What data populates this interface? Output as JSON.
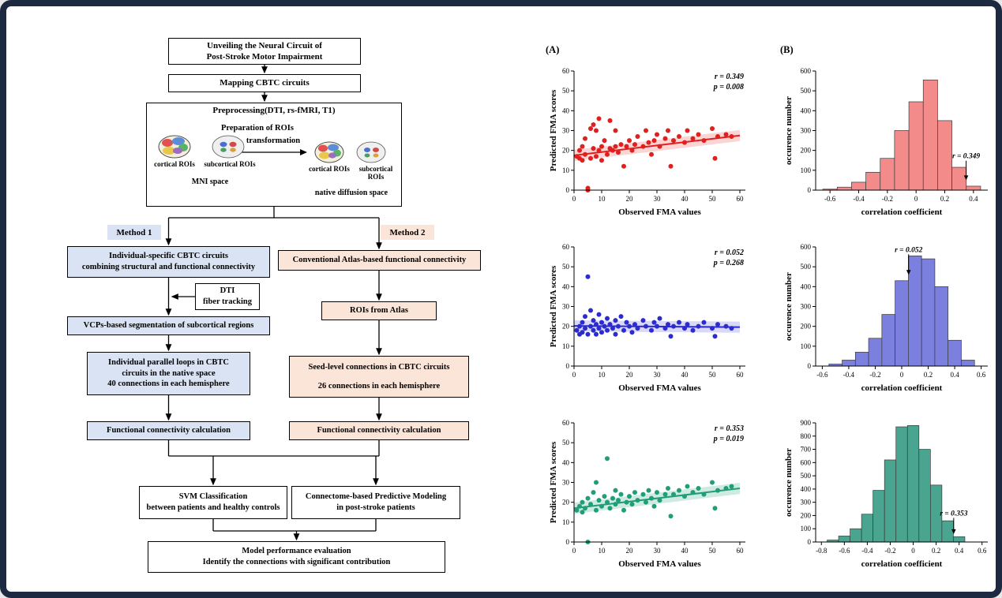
{
  "figure": {
    "panel_a_label": "(A)",
    "panel_b_label": "(B)"
  },
  "flowchart": {
    "title_box": {
      "line1": "Unveiling the Neural Circuit of",
      "line2": "Post-Stroke Motor Impairment"
    },
    "mapping_box": "Mapping CBTC circuits",
    "preprocessing": {
      "title": "Preprocessing(DTI, rs-fMRI, T1)",
      "prep_title": "Preparation of ROIs",
      "transformation": "transformation",
      "cortical_left": "cortical ROIs",
      "subcortical_left": "subcortical ROIs",
      "mni_space": "MNI space",
      "cortical_right": "cortical ROIs",
      "subcortical_right": "subcortical ROIs",
      "native_space": "native diffusion space"
    },
    "method1": {
      "label": "Method 1",
      "box1_line1": "Individual-specific CBTC circuits",
      "box1_line2": "combining structural and functional connectivity",
      "dti_line1": "DTI",
      "dti_line2": "fiber tracking",
      "box2": "VCPs-based segmentation of subcortical regions",
      "box3_line1": "Individual parallel loops in CBTC",
      "box3_line2": "circuits in the native space",
      "box3_line3": "40 connections in each hemisphere",
      "box4": "Functional connectivity calculation"
    },
    "method2": {
      "label": "Method 2",
      "box1": "Conventional Atlas-based functional connectivity",
      "box2": "ROIs from Atlas",
      "box3_line1": "Seed-level connections in CBTC circuits",
      "box3_line2": "26 connections in each hemisphere",
      "box4": "Functional connectivity calculation"
    },
    "svm_box": {
      "line1": "SVM Classification",
      "line2": "between patients and healthy controls"
    },
    "cpm_box": {
      "line1": "Connectome-based Predictive Modeling",
      "line2": "in post-stroke patients"
    },
    "eval_box": {
      "line1": "Model performance evaluation",
      "line2": "Identify the connections with significant contribution"
    }
  },
  "chart_data": [
    {
      "id": "scatter-fma-red",
      "type": "scatter",
      "panel": "A",
      "color": "#e01f1f",
      "band_color": "rgba(235,60,60,0.22)",
      "xlabel": "Observed FMA values",
      "ylabel": "Predicted FMA scores",
      "xlim": [
        0,
        62
      ],
      "ylim": [
        0,
        60
      ],
      "xticks": [
        0,
        10,
        20,
        30,
        40,
        50,
        60
      ],
      "yticks": [
        0,
        10,
        20,
        30,
        40,
        50,
        60
      ],
      "annotation": {
        "r": "r = 0.349",
        "p": "p = 0.008"
      },
      "fit_line": {
        "x": [
          0,
          60
        ],
        "y": [
          17.5,
          27.5
        ]
      },
      "points": {
        "x": [
          1,
          2,
          2,
          3,
          3,
          4,
          4,
          5,
          5,
          6,
          6,
          7,
          7,
          8,
          8,
          9,
          9,
          10,
          10,
          11,
          12,
          13,
          13,
          14,
          15,
          15,
          16,
          17,
          18,
          19,
          20,
          21,
          22,
          23,
          25,
          26,
          27,
          28,
          29,
          30,
          31,
          33,
          34,
          35,
          36,
          38,
          40,
          41,
          43,
          45,
          47,
          50,
          51,
          52,
          55,
          57
        ],
        "y": [
          17,
          16,
          20,
          15,
          22,
          18,
          26,
          0,
          1,
          31,
          16,
          21,
          33,
          30,
          17,
          20,
          36,
          15,
          22,
          25,
          18,
          21,
          35,
          20,
          22,
          30,
          19,
          23,
          12,
          22,
          25,
          20,
          23,
          27,
          22,
          30,
          24,
          18,
          25,
          28,
          22,
          26,
          30,
          12,
          25,
          27,
          24,
          30,
          26,
          28,
          25,
          31,
          16,
          27,
          28,
          27
        ]
      }
    },
    {
      "id": "scatter-fma-blue",
      "type": "scatter",
      "panel": "A",
      "color": "#2b2bd0",
      "band_color": "rgba(80,80,220,0.22)",
      "xlabel": "Observed FMA values",
      "ylabel": "Predicted FMA scores",
      "xlim": [
        0,
        62
      ],
      "ylim": [
        0,
        60
      ],
      "xticks": [
        0,
        10,
        20,
        30,
        40,
        50,
        60
      ],
      "yticks": [
        0,
        10,
        20,
        30,
        40,
        50,
        60
      ],
      "annotation": {
        "r": "r = 0.052",
        "p": "p = 0.268"
      },
      "fit_line": {
        "x": [
          0,
          60
        ],
        "y": [
          20.2,
          19.6
        ]
      },
      "points": {
        "x": [
          1,
          2,
          2,
          3,
          3,
          4,
          4,
          5,
          5,
          6,
          6,
          7,
          7,
          8,
          8,
          9,
          9,
          10,
          10,
          11,
          12,
          12,
          13,
          14,
          15,
          15,
          16,
          17,
          18,
          19,
          20,
          21,
          22,
          23,
          25,
          26,
          28,
          29,
          30,
          31,
          33,
          34,
          35,
          36,
          38,
          40,
          41,
          43,
          45,
          47,
          50,
          51,
          52,
          55,
          57
        ],
        "y": [
          18,
          20,
          16,
          22,
          17,
          19,
          25,
          45,
          16,
          20,
          28,
          18,
          23,
          21,
          16,
          26,
          19,
          22,
          17,
          20,
          24,
          18,
          21,
          19,
          23,
          16,
          20,
          25,
          18,
          22,
          20,
          17,
          21,
          19,
          23,
          20,
          18,
          22,
          20,
          24,
          19,
          21,
          15,
          20,
          22,
          19,
          21,
          18,
          20,
          22,
          19,
          15,
          21,
          20,
          19
        ]
      }
    },
    {
      "id": "scatter-fma-green",
      "type": "scatter",
      "panel": "A",
      "color": "#1f9e78",
      "band_color": "rgba(31,158,120,0.22)",
      "xlabel": "Observed FMA values",
      "ylabel": "Predicted FMA scores",
      "xlim": [
        0,
        62
      ],
      "ylim": [
        0,
        60
      ],
      "xticks": [
        0,
        10,
        20,
        30,
        40,
        50,
        60
      ],
      "yticks": [
        0,
        10,
        20,
        30,
        40,
        50,
        60
      ],
      "annotation": {
        "r": "r = 0.353",
        "p": "p = 0.019"
      },
      "fit_line": {
        "x": [
          0,
          60
        ],
        "y": [
          17,
          27
        ]
      },
      "points": {
        "x": [
          1,
          2,
          3,
          3,
          4,
          5,
          5,
          6,
          7,
          8,
          8,
          9,
          10,
          11,
          12,
          12,
          13,
          14,
          15,
          15,
          16,
          17,
          18,
          19,
          20,
          21,
          22,
          23,
          25,
          26,
          27,
          28,
          29,
          30,
          31,
          33,
          34,
          35,
          36,
          38,
          40,
          41,
          43,
          45,
          47,
          50,
          51,
          52,
          55,
          57
        ],
        "y": [
          16,
          18,
          15,
          20,
          17,
          0,
          22,
          19,
          25,
          16,
          30,
          21,
          18,
          23,
          42,
          20,
          17,
          22,
          19,
          26,
          21,
          24,
          16,
          20,
          23,
          19,
          25,
          21,
          24,
          20,
          26,
          22,
          18,
          25,
          21,
          24,
          27,
          13,
          24,
          26,
          23,
          28,
          25,
          27,
          24,
          30,
          17,
          26,
          27,
          28
        ]
      }
    },
    {
      "id": "hist-null-red",
      "type": "histogram",
      "panel": "B",
      "bar_fill": "#f48b8b",
      "bar_stroke": "#3a3a3a",
      "xlabel": "correlation coefficient",
      "ylabel": "occurence number",
      "xlim": [
        -0.7,
        0.5
      ],
      "ylim": [
        0,
        600
      ],
      "xticks": [
        -0.6,
        -0.4,
        -0.2,
        0,
        0.2,
        0.4
      ],
      "yticks": [
        0,
        100,
        200,
        300,
        400,
        500,
        600
      ],
      "bin_width": 0.1,
      "bin_centers": [
        -0.6,
        -0.5,
        -0.4,
        -0.3,
        -0.2,
        -0.1,
        0,
        0.1,
        0.2,
        0.3,
        0.4
      ],
      "counts": [
        5,
        15,
        40,
        90,
        160,
        300,
        445,
        555,
        350,
        115,
        20
      ],
      "marker": {
        "label": "r = 0.349",
        "x": 0.349,
        "label_y": 160,
        "tip_y": 50
      }
    },
    {
      "id": "hist-null-blue",
      "type": "histogram",
      "panel": "B",
      "bar_fill": "#7b7fde",
      "bar_stroke": "#3a3a3a",
      "xlabel": "correlation coefficient",
      "ylabel": "occurence number",
      "xlim": [
        -0.65,
        0.65
      ],
      "ylim": [
        0,
        600
      ],
      "xticks": [
        -0.6,
        -0.4,
        -0.2,
        0,
        0.2,
        0.4,
        0.6
      ],
      "yticks": [
        0,
        100,
        200,
        300,
        400,
        500,
        600
      ],
      "bin_width": 0.1,
      "bin_centers": [
        -0.5,
        -0.4,
        -0.3,
        -0.2,
        -0.1,
        0,
        0.1,
        0.2,
        0.3,
        0.4,
        0.5
      ],
      "counts": [
        10,
        30,
        70,
        140,
        260,
        430,
        555,
        540,
        400,
        130,
        30
      ],
      "marker": {
        "label": "r = 0.052",
        "x": 0.052,
        "label_y": 575,
        "tip_y": 460
      }
    },
    {
      "id": "hist-null-green",
      "type": "histogram",
      "panel": "B",
      "bar_fill": "#49a58f",
      "bar_stroke": "#3a3a3a",
      "xlabel": "correlation coefficient",
      "ylabel": "occurence number",
      "xlim": [
        -0.85,
        0.65
      ],
      "ylim": [
        0,
        900
      ],
      "xticks": [
        -0.8,
        -0.6,
        -0.4,
        -0.2,
        0,
        0.2,
        0.4,
        0.6
      ],
      "yticks": [
        0,
        100,
        200,
        300,
        400,
        500,
        600,
        700,
        800,
        900
      ],
      "bin_width": 0.1,
      "bin_centers": [
        -0.7,
        -0.6,
        -0.5,
        -0.4,
        -0.3,
        -0.2,
        -0.1,
        0,
        0.1,
        0.2,
        0.3,
        0.4
      ],
      "counts": [
        15,
        45,
        100,
        210,
        390,
        620,
        870,
        880,
        700,
        430,
        160,
        40
      ],
      "marker": {
        "label": "r = 0.353",
        "x": 0.353,
        "label_y": 200,
        "tip_y": 60
      }
    }
  ]
}
